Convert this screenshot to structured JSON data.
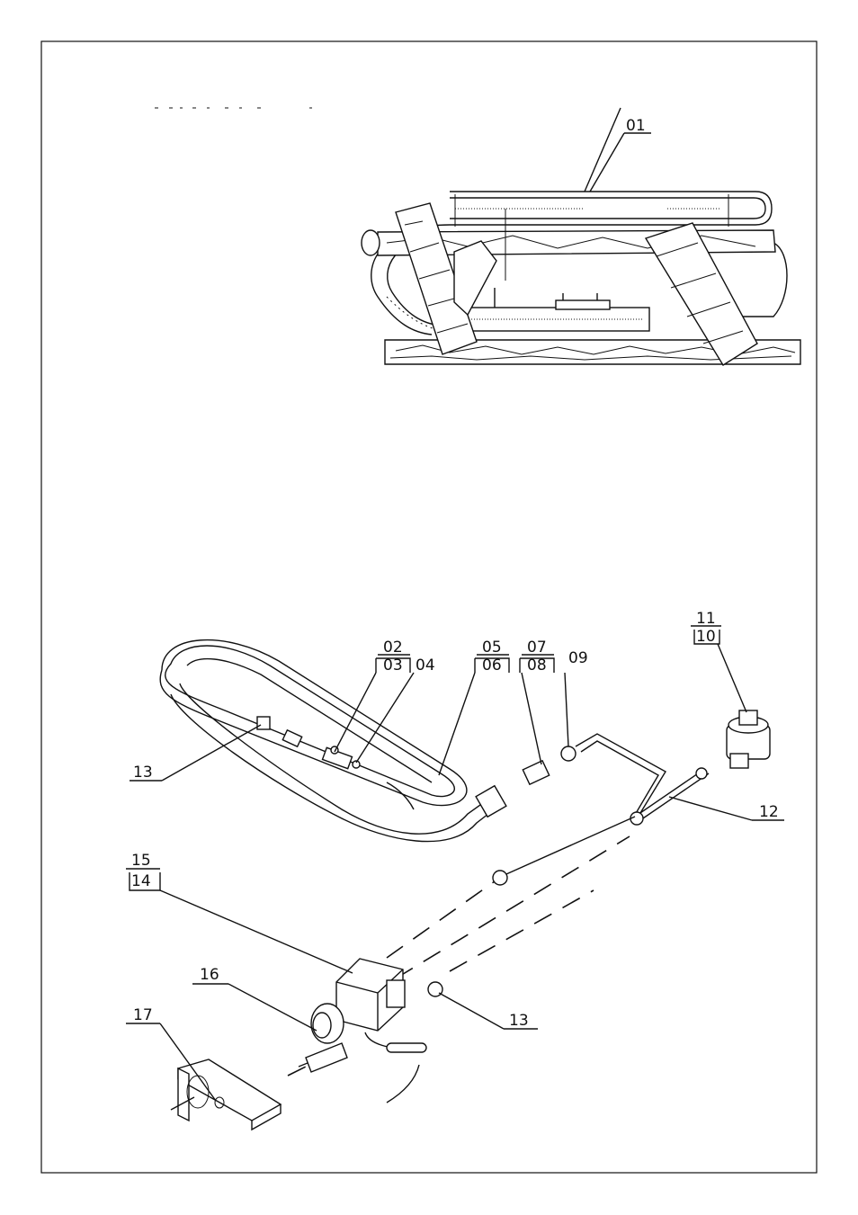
{
  "parts": {
    "p01": "01",
    "p02": "02",
    "p03": "03",
    "p04": "04",
    "p05": "05",
    "p06": "06",
    "p07": "07",
    "p08": "08",
    "p09": "09",
    "p10": "10",
    "p11": "11",
    "p12": "12",
    "p13a": "13",
    "p13b": "13",
    "p14": "14",
    "p15": "15",
    "p16": "16",
    "p17": "17"
  }
}
